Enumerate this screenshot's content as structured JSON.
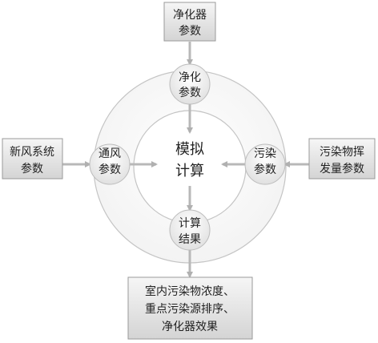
{
  "boxes": {
    "purifier_params": [
      "净化器",
      "参数"
    ],
    "fresh_air_params": [
      "新风系统",
      "参数"
    ],
    "pollutant_emission": [
      "污染物挥",
      "发量参数"
    ],
    "output": [
      "室内污染物浓度、",
      "重点污染源排序、",
      "净化器效果"
    ]
  },
  "nodes": {
    "purifier": [
      "净化",
      "参数"
    ],
    "ventilation": [
      "通风",
      "参数"
    ],
    "pollution": [
      "污染",
      "参数"
    ],
    "result": [
      "计算",
      "结果"
    ],
    "simulation": [
      "模拟",
      "计算"
    ]
  },
  "colors": {
    "box_fill_top": "#f4f4f4",
    "box_fill_bottom": "#d6d6d6",
    "box_stroke": "#9a9a9a",
    "circle_stroke": "#c4c4c4",
    "arrow": "#b8b8b8",
    "text": "#222222"
  }
}
